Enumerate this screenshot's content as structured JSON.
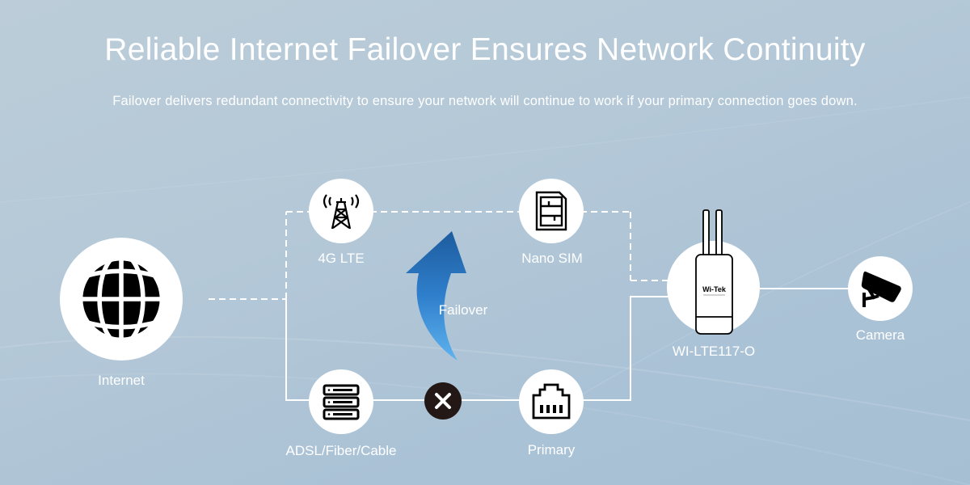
{
  "header": {
    "title": "Reliable Internet Failover Ensures Network Continuity",
    "subtitle": "Failover delivers redundant connectivity to ensure your network will continue to work if your primary connection goes down."
  },
  "nodes": {
    "internet": {
      "label": "Internet",
      "icon": "globe-icon"
    },
    "lte": {
      "label": "4G LTE",
      "icon": "cell-tower-icon"
    },
    "sim": {
      "label": "Nano SIM",
      "icon": "sim-card-icon"
    },
    "wired": {
      "label": "ADSL/Fiber/Cable",
      "icon": "server-stack-icon"
    },
    "primary": {
      "label": "Primary",
      "icon": "ethernet-port-icon"
    },
    "router": {
      "label": "WI-LTE117-O",
      "icon": "outdoor-router-icon",
      "brand": "Wi-Tek"
    },
    "camera": {
      "label": "Camera",
      "icon": "cctv-camera-icon"
    }
  },
  "failover": {
    "label": "Failover",
    "icon": "curved-arrow-up-icon"
  },
  "status": {
    "primary_link": "down",
    "icon": "close-icon"
  },
  "links": {
    "backup_style": "dashed",
    "primary_style": "solid"
  },
  "colors": {
    "text": "#ffffff",
    "node_bg": "#ffffff",
    "icon": "#000000",
    "x_badge": "#231815",
    "arrow_top": "#1d5c9e",
    "arrow_bottom": "#5aaee8"
  }
}
